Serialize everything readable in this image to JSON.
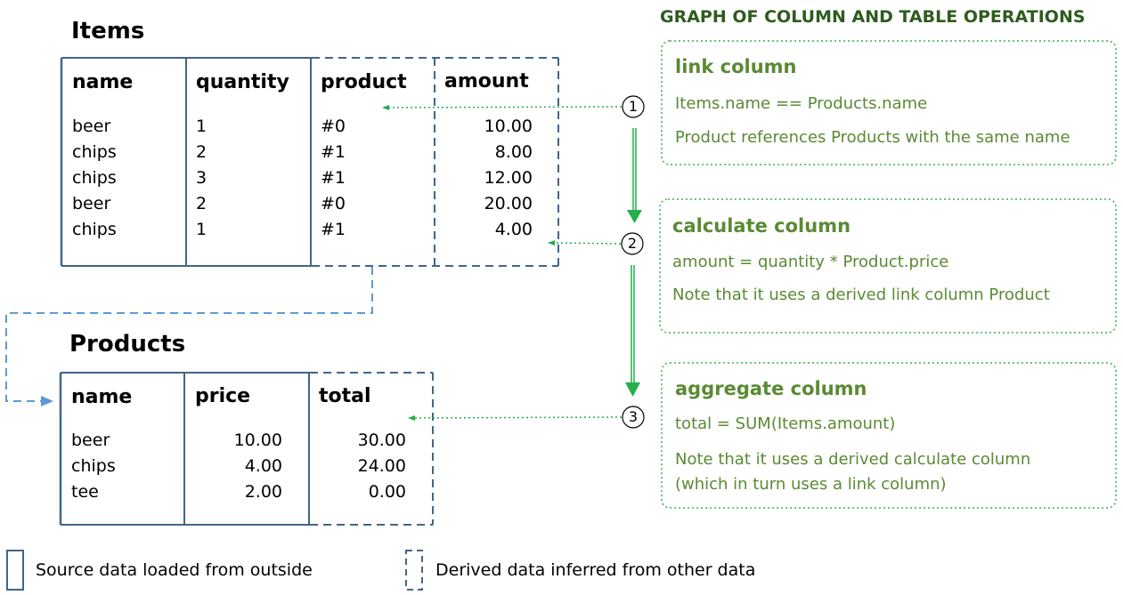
{
  "graph_title": "GRAPH OF COLUMN AND TABLE OPERATIONS",
  "items_table": {
    "title": "Items",
    "headers": [
      "name",
      "quantity",
      "product",
      "amount"
    ],
    "columns": {
      "name": [
        "beer",
        "chips",
        "chips",
        "beer",
        "chips"
      ],
      "quantity": [
        "1",
        "2",
        "3",
        "2",
        "1"
      ],
      "product": [
        "#0",
        "#1",
        "#1",
        "#0",
        "#1"
      ],
      "amount": [
        "10.00",
        "8.00",
        "12.00",
        "20.00",
        "4.00"
      ]
    }
  },
  "products_table": {
    "title": "Products",
    "headers": [
      "name",
      "price",
      "total"
    ],
    "columns": {
      "name": [
        "beer",
        "chips",
        "tee"
      ],
      "price": [
        "10.00",
        "4.00",
        "2.00"
      ],
      "total": [
        "30.00",
        "24.00",
        "0.00"
      ]
    }
  },
  "operations": [
    {
      "step": "1",
      "title": "link column",
      "formula": "Items.name == Products.name",
      "note": "Product references Products with the same name"
    },
    {
      "step": "2",
      "title": "calculate column",
      "formula": "amount = quantity * Product.price",
      "note": "Note that it uses a derived link column Product"
    },
    {
      "step": "3",
      "title": "aggregate column",
      "formula": "total = SUM(Items.amount)",
      "note_line1": "Note that it uses a derived calculate column",
      "note_line2": "(which in turn uses a link column)"
    }
  ],
  "legend": {
    "source": "Source data loaded from outside",
    "derived": "Derived data inferred from other data"
  },
  "colors": {
    "table_border": "#41668a",
    "derived_border": "#41668a",
    "flow_arrow": "#5b9bd5",
    "graph_arrow": "#21b04b",
    "box_border": "#33b34a",
    "title_green": "#2e5c1e",
    "text_green": "#5a8a33"
  }
}
